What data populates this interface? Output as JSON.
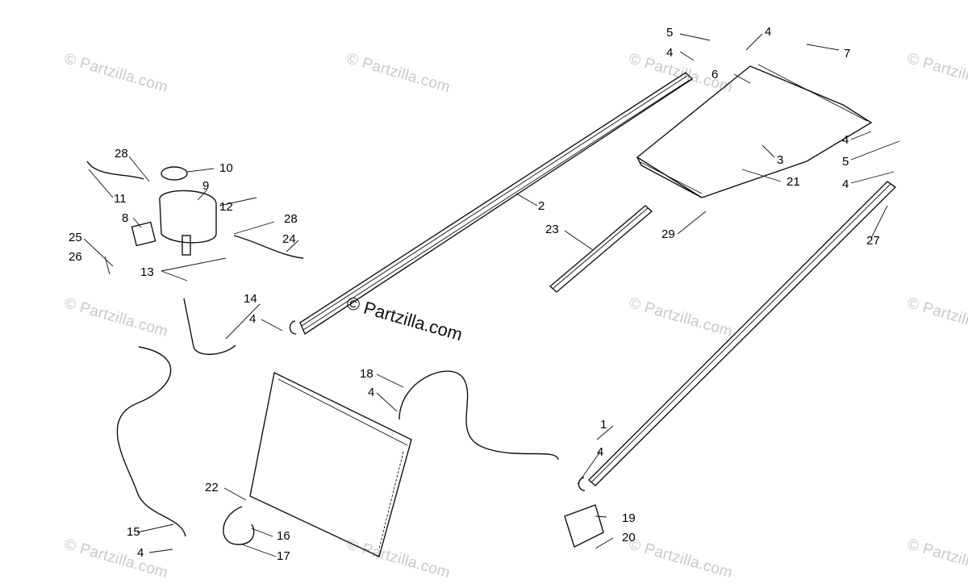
{
  "watermark": "© Partzilla.com",
  "center_watermark": "© Partzilla.com",
  "callouts": [
    "1",
    "2",
    "3",
    "4",
    "5",
    "6",
    "7",
    "8",
    "9",
    "10",
    "11",
    "12",
    "13",
    "14",
    "15",
    "16",
    "17",
    "18",
    "19",
    "20",
    "21",
    "22",
    "23",
    "24",
    "25",
    "26",
    "27",
    "28",
    "29"
  ],
  "colors": {
    "line": "#111111",
    "watermark": "#c9c9c9",
    "background": "#ffffff"
  }
}
